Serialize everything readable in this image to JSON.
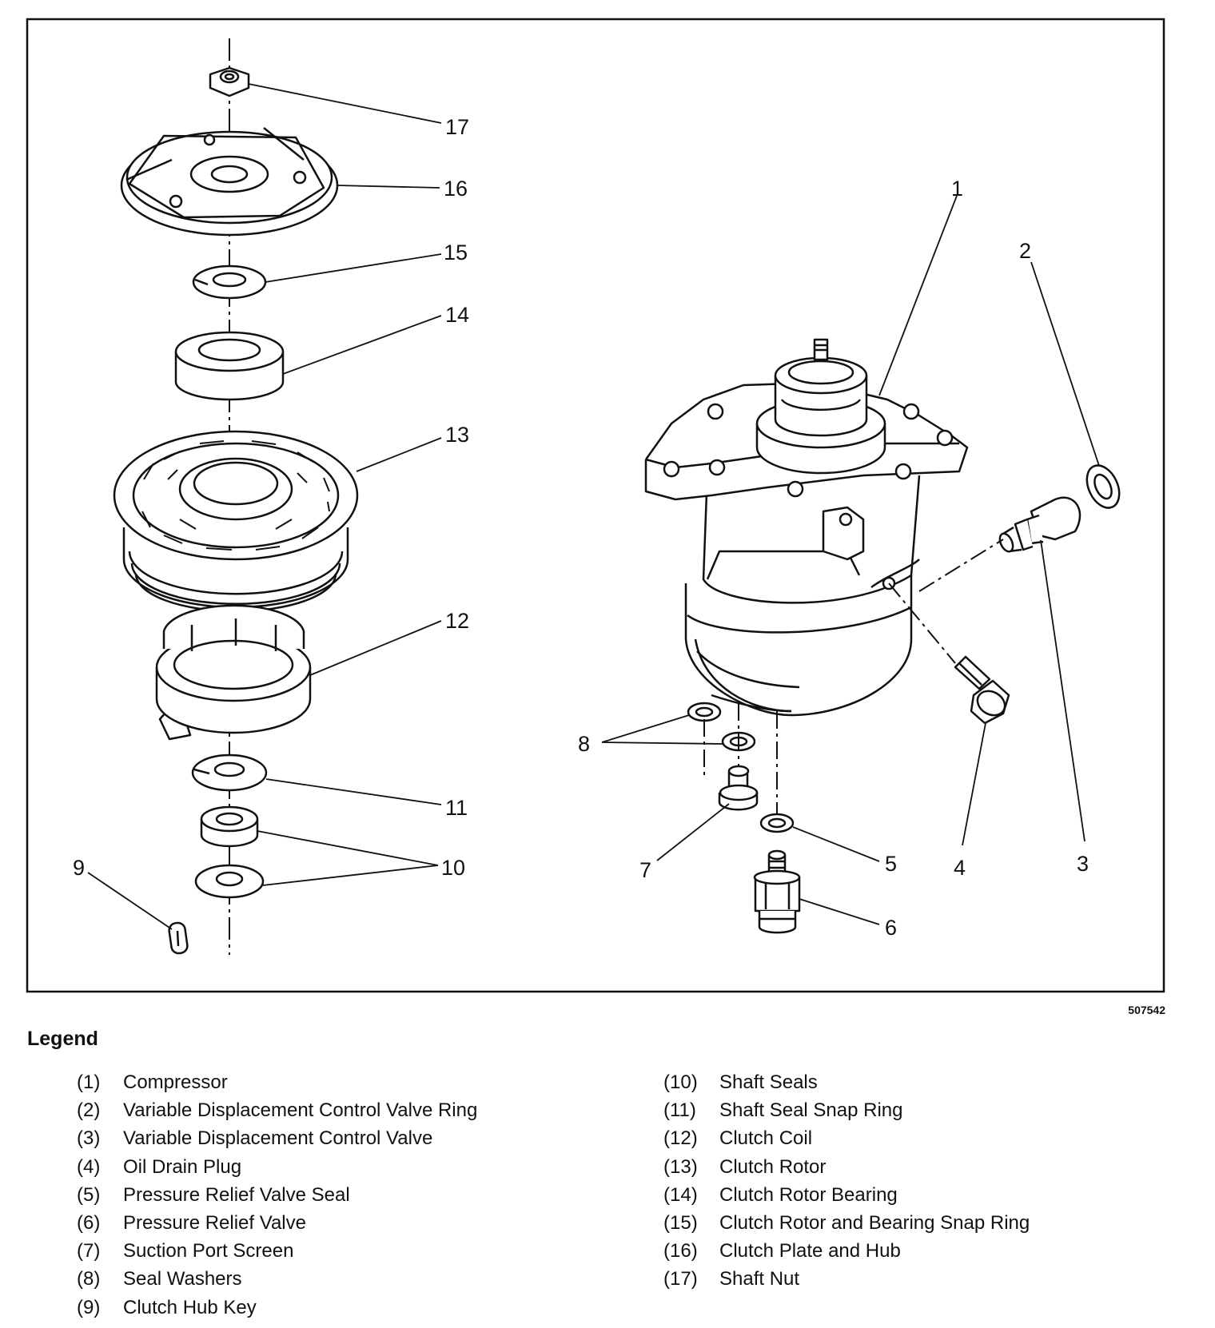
{
  "figure_id": "507542",
  "legend": {
    "title": "Legend",
    "items": [
      {
        "num": "(1)",
        "label": "Compressor"
      },
      {
        "num": "(2)",
        "label": "Variable Displacement Control Valve Ring"
      },
      {
        "num": "(3)",
        "label": "Variable Displacement Control Valve"
      },
      {
        "num": "(4)",
        "label": "Oil Drain Plug"
      },
      {
        "num": "(5)",
        "label": "Pressure Relief Valve Seal"
      },
      {
        "num": "(6)",
        "label": "Pressure Relief Valve"
      },
      {
        "num": "(7)",
        "label": "Suction Port Screen"
      },
      {
        "num": "(8)",
        "label": "Seal Washers"
      },
      {
        "num": "(9)",
        "label": "Clutch Hub Key"
      },
      {
        "num": "(10)",
        "label": "Shaft Seals"
      },
      {
        "num": "(11)",
        "label": "Shaft Seal Snap Ring"
      },
      {
        "num": "(12)",
        "label": "Clutch Coil"
      },
      {
        "num": "(13)",
        "label": "Clutch Rotor"
      },
      {
        "num": "(14)",
        "label": "Clutch Rotor Bearing"
      },
      {
        "num": "(15)",
        "label": "Clutch Rotor and Bearing Snap Ring"
      },
      {
        "num": "(16)",
        "label": "Clutch Plate and Hub"
      },
      {
        "num": "(17)",
        "label": "Shaft Nut"
      }
    ]
  },
  "callouts": [
    "1",
    "2",
    "3",
    "4",
    "5",
    "6",
    "7",
    "8",
    "9",
    "10",
    "11",
    "12",
    "13",
    "14",
    "15",
    "16",
    "17"
  ]
}
